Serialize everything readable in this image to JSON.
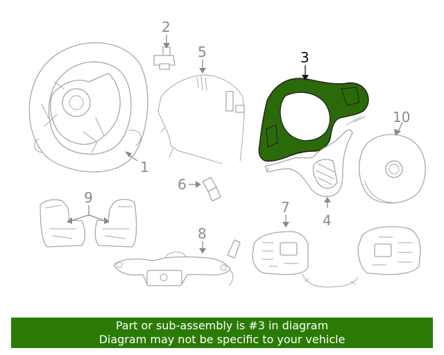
{
  "diagram": {
    "highlight_color": "#2b6a08",
    "callouts": [
      {
        "id": "1",
        "label": "1"
      },
      {
        "id": "2",
        "label": "2"
      },
      {
        "id": "3",
        "label": "3",
        "highlighted": true
      },
      {
        "id": "4",
        "label": "4"
      },
      {
        "id": "5",
        "label": "5"
      },
      {
        "id": "6",
        "label": "6"
      },
      {
        "id": "7",
        "label": "7"
      },
      {
        "id": "8",
        "label": "8"
      },
      {
        "id": "9",
        "label": "9"
      },
      {
        "id": "10",
        "label": "10"
      }
    ]
  },
  "banner": {
    "background": "#2b7a06",
    "line1": "Part or sub-assembly is #3 in diagram",
    "line2": "Diagram may not be specific to your vehicle"
  }
}
